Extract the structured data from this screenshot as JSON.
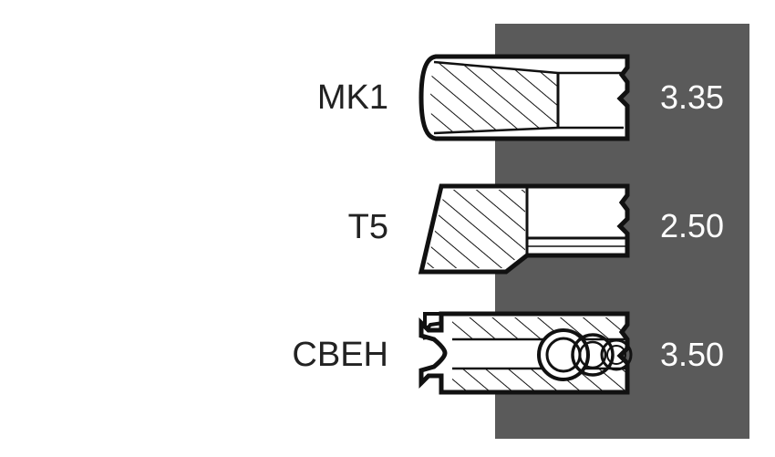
{
  "colors": {
    "panel": "#5a5a5a",
    "background": "#ffffff",
    "outline": "#111111",
    "label_text": "#222222",
    "value_text": "#ffffff"
  },
  "rings": [
    {
      "label": "MK1",
      "value": "3.35"
    },
    {
      "label": "T5",
      "value": "2.50"
    },
    {
      "label": "CBEH",
      "value": "3.50"
    }
  ]
}
